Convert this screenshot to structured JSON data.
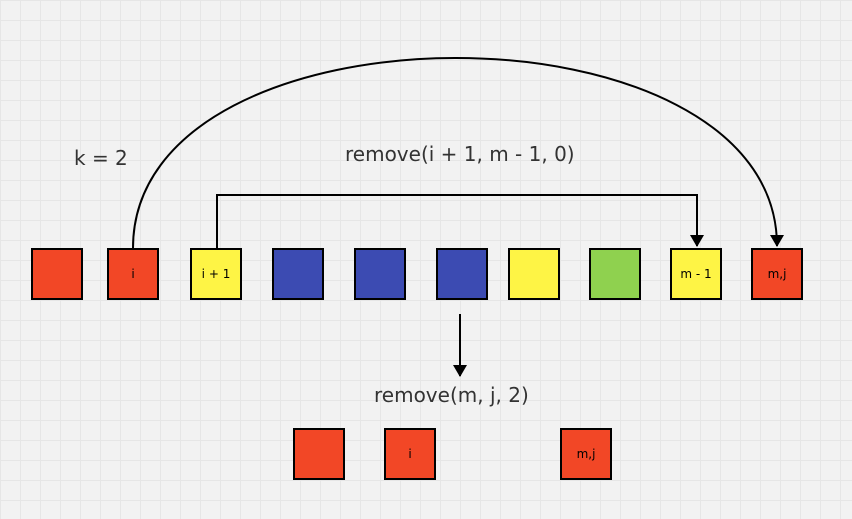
{
  "colors": {
    "red": "#f24726",
    "yellow": "#fef445",
    "blue": "#3c4bb2",
    "green": "#8fd14f",
    "stroke": "#000000"
  },
  "labels": {
    "k": "k = 2",
    "remove_top": "remove(i + 1, m  - 1, 0)",
    "remove_bottom": "remove(m, j, 2)"
  },
  "top_row": [
    {
      "color": "red",
      "text": ""
    },
    {
      "color": "red",
      "text": "i"
    },
    {
      "color": "yellow",
      "text": "i + 1"
    },
    {
      "color": "blue",
      "text": ""
    },
    {
      "color": "blue",
      "text": ""
    },
    {
      "color": "blue",
      "text": ""
    },
    {
      "color": "yellow",
      "text": ""
    },
    {
      "color": "green",
      "text": ""
    },
    {
      "color": "yellow",
      "text": "m - 1"
    },
    {
      "color": "red",
      "text": "m,j"
    }
  ],
  "bottom_row": [
    {
      "color": "red",
      "text": ""
    },
    {
      "color": "red",
      "text": "i"
    },
    {
      "color": "red",
      "text": "m,j"
    }
  ]
}
